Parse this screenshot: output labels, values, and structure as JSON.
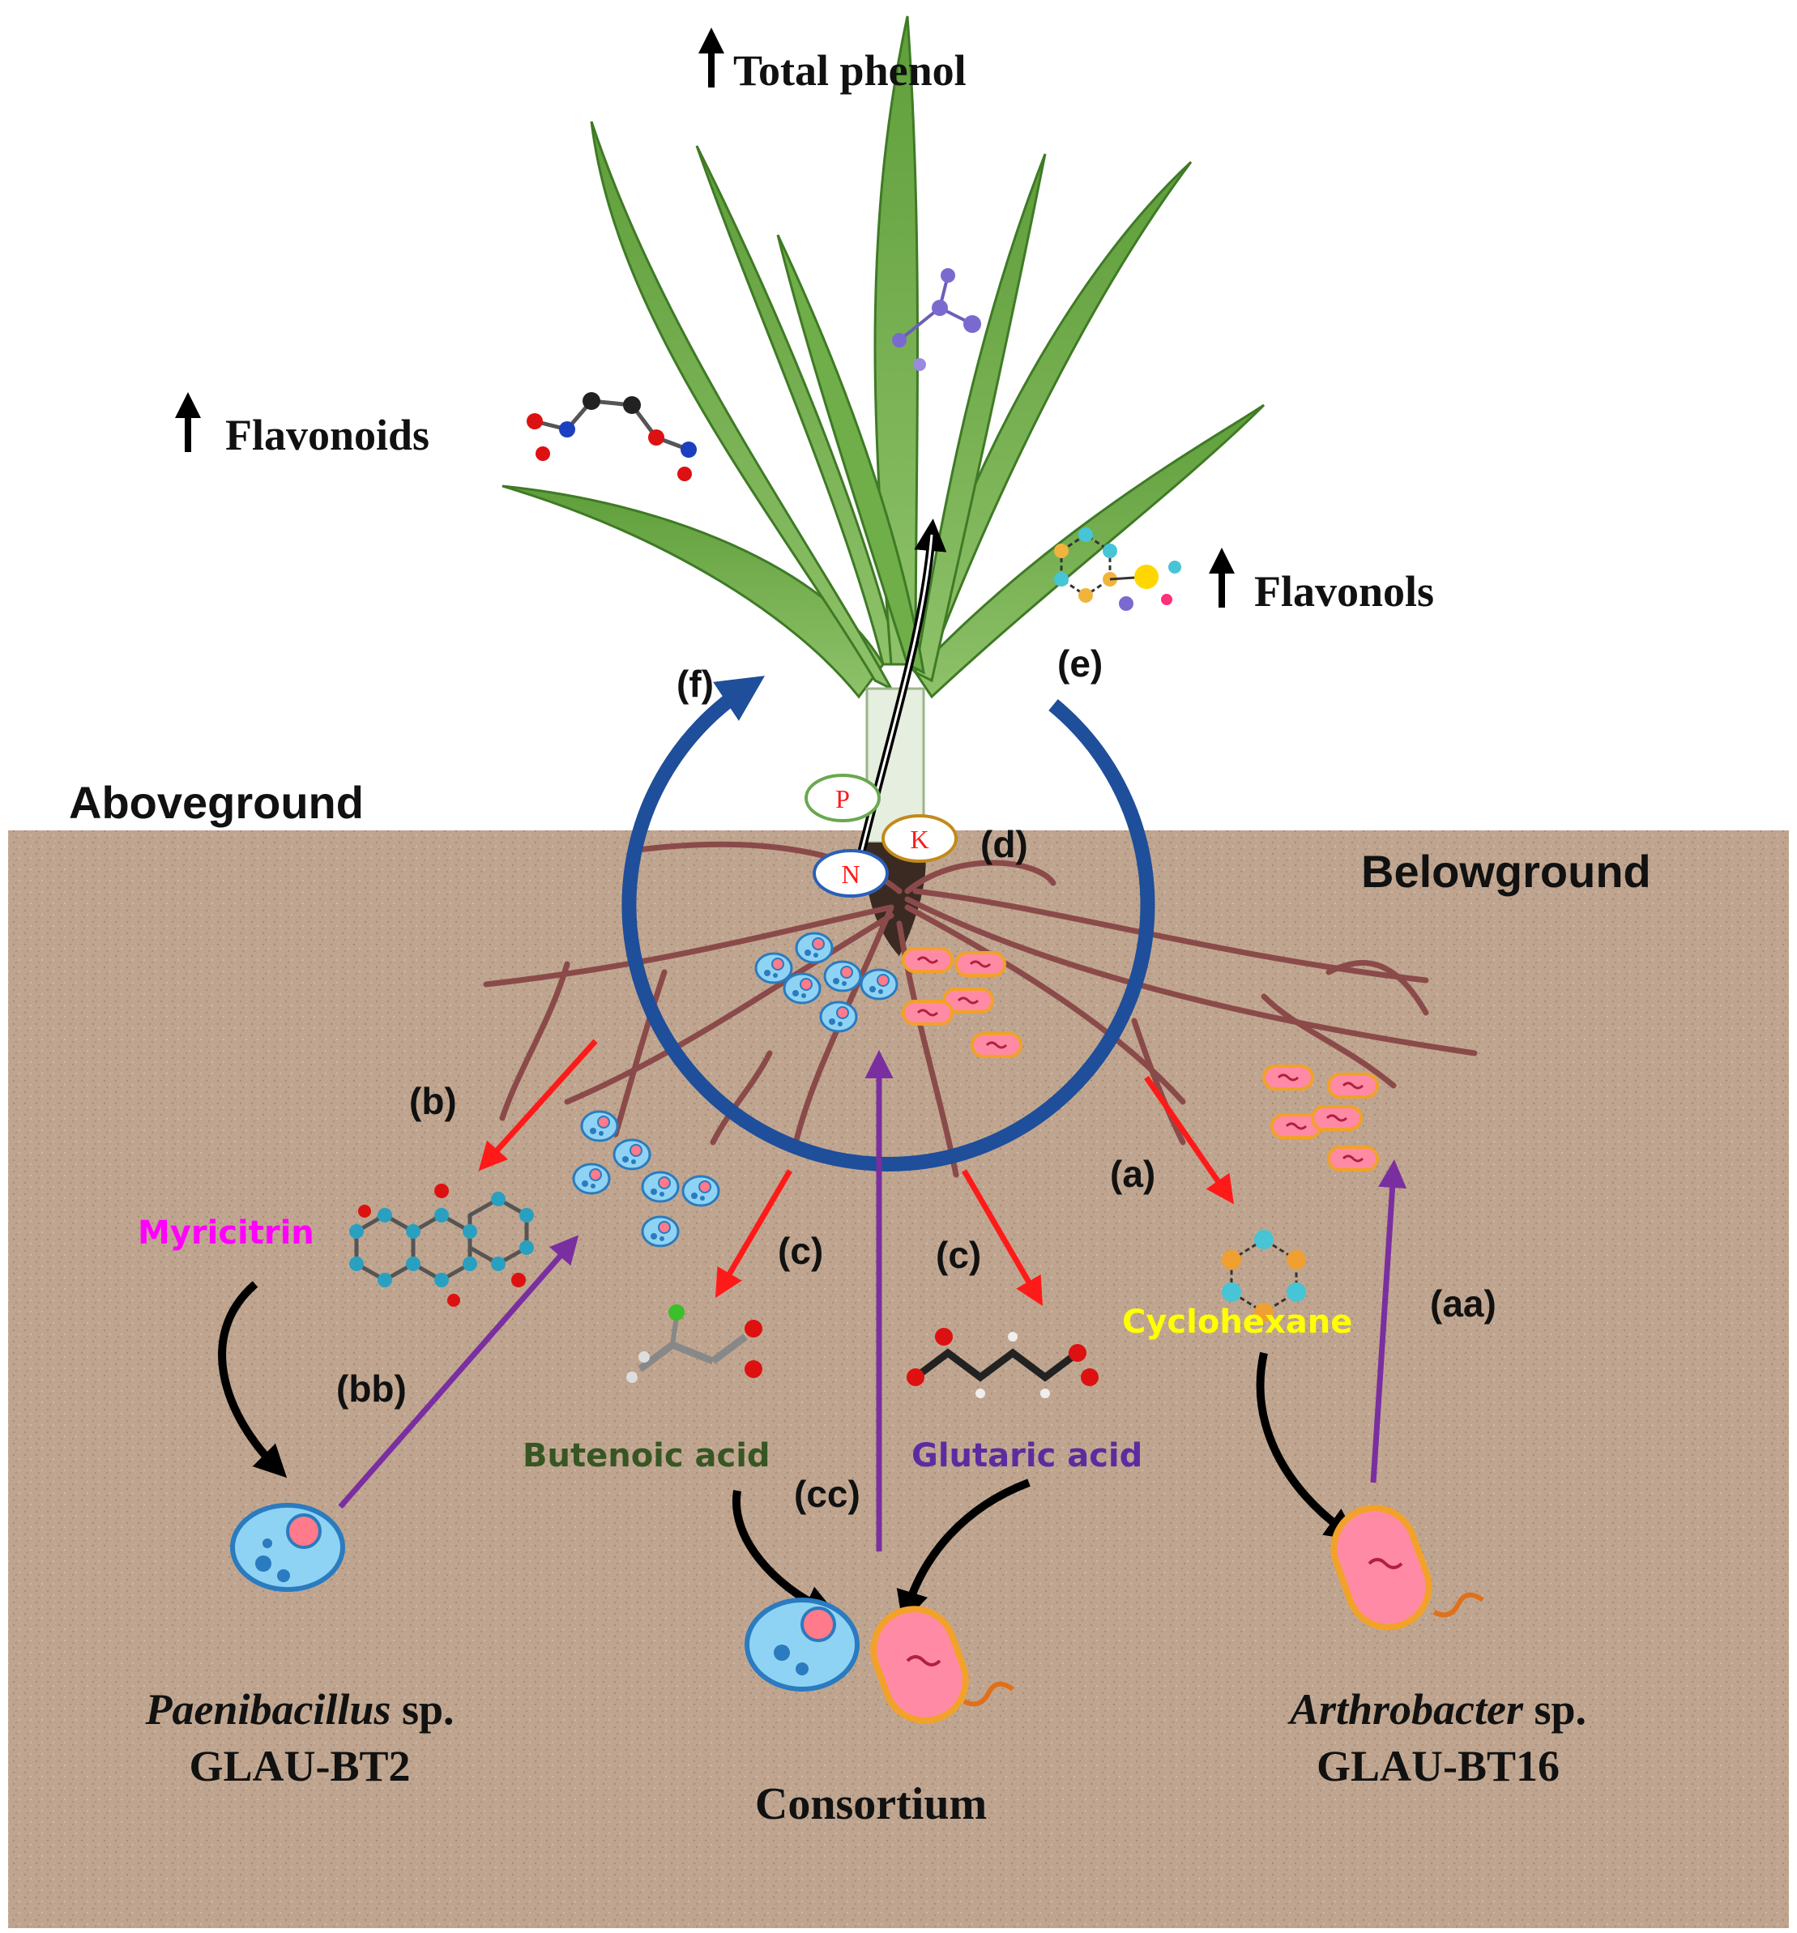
{
  "labels": {
    "total_phenol": "Total phenol",
    "flavonoids": "Flavonoids",
    "flavonols": "Flavonols",
    "aboveground": "Aboveground",
    "belowground": "Belowground",
    "myricitrin": "Myricitrin",
    "butenoic_acid": "Butenoic acid",
    "glutaric_acid": "Glutaric acid",
    "cyclohexane": "Cyclohexane",
    "consortium": "Consortium",
    "paenibacillus_genus": "Paenibacillus",
    "paenibacillus_sp": " sp.",
    "paenibacillus_strain": "GLAU-BT2",
    "arthrobacter_genus": "Arthrobacter",
    "arthrobacter_sp": " sp.",
    "arthrobacter_strain": "GLAU-BT16"
  },
  "pathway_markers": {
    "a": "(a)",
    "aa": "(aa)",
    "b": "(b)",
    "bb": "(bb)",
    "c1": "(c)",
    "c2": "(c)",
    "cc": "(cc)",
    "d": "(d)",
    "e": "(e)",
    "f": "(f)"
  },
  "nutrients": {
    "p": "P",
    "k": "K",
    "n": "N"
  },
  "colors": {
    "soil": "#bfa58f",
    "cycle_arrow": "#1f4e9a",
    "secretion_arrow": "#ff1a1a",
    "uptake_arrow": "#7a2fa0",
    "myricitrin_text": "#ff00ff",
    "butenoic_text": "#375623",
    "glutaric_text": "#5b2ca0",
    "cyclohexane_text": "#ffff00",
    "root": "#8b4a4a"
  }
}
